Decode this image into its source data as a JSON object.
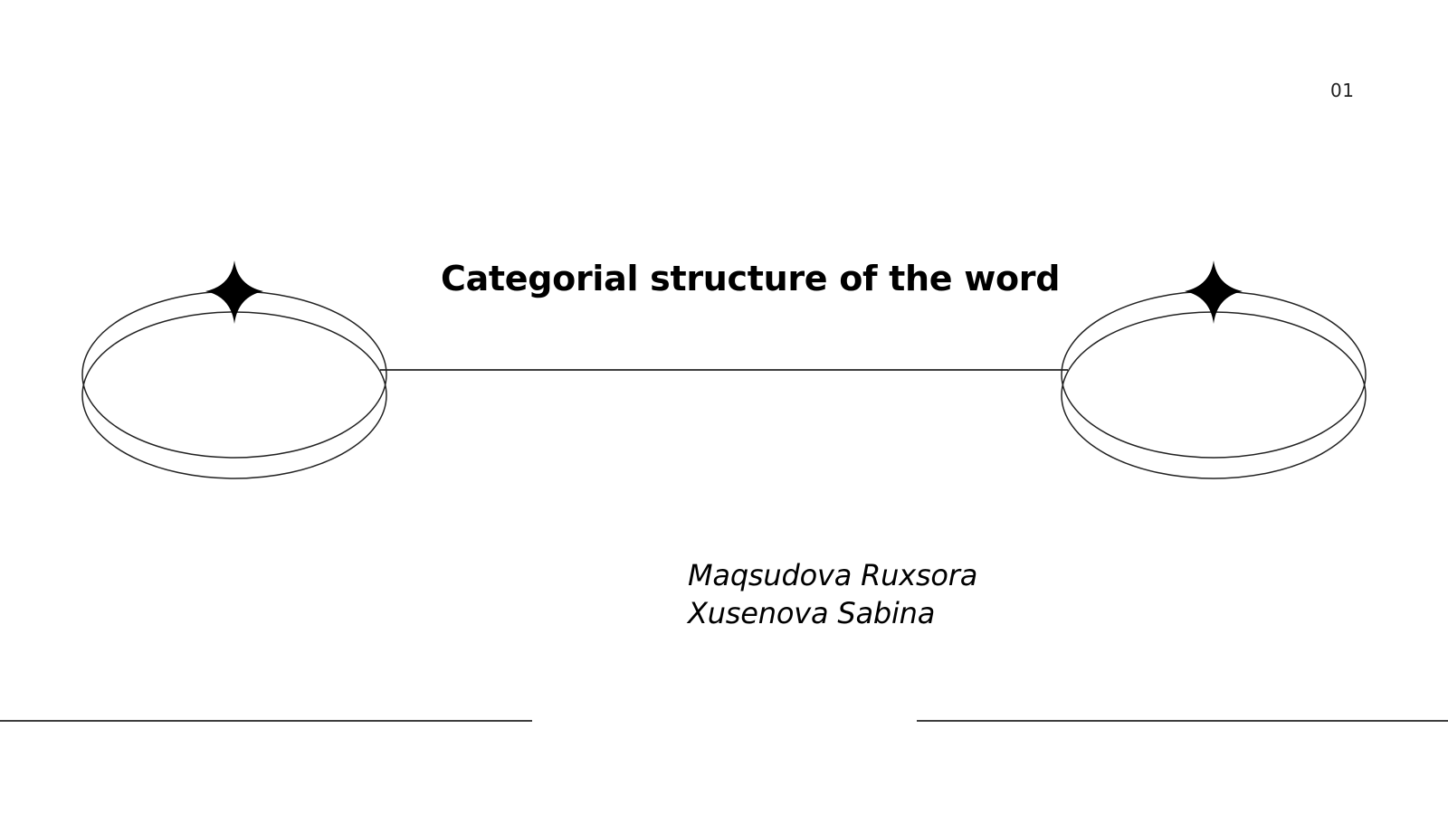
{
  "slide": {
    "page_number": "01",
    "title": "Categorial structure of the word",
    "authors": [
      "Maqsudova Ruxsora",
      "Xusenova Sabina"
    ]
  },
  "colors": {
    "background": "#ffffff",
    "ink": "#000000",
    "line": "#222222"
  },
  "icons": [
    "four-point-star-icon",
    "ring-ellipse-icon"
  ]
}
